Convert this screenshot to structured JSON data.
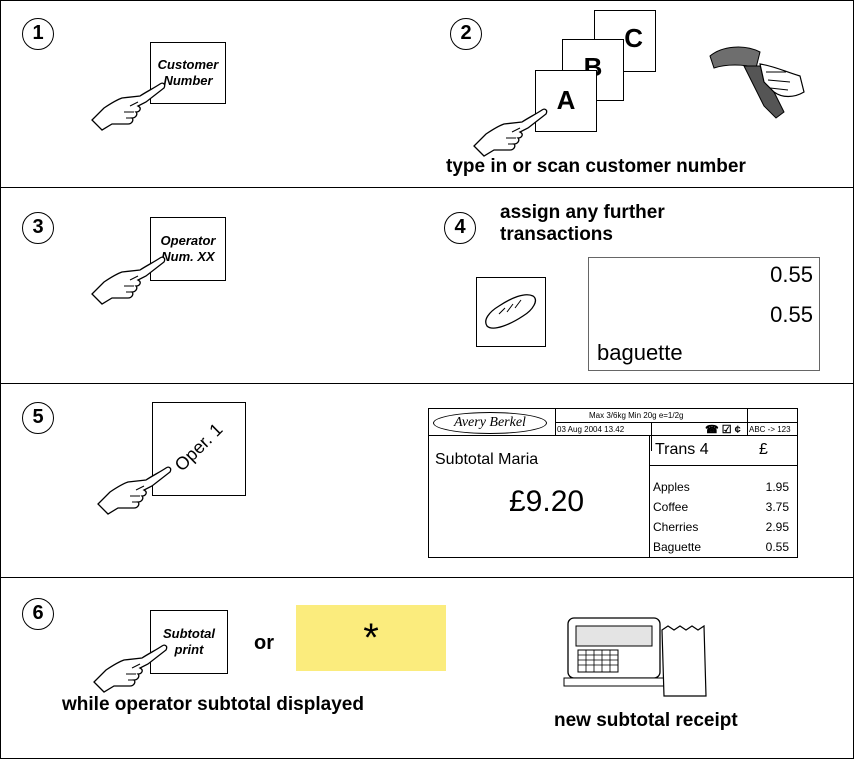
{
  "steps": [
    "1",
    "2",
    "3",
    "4",
    "5",
    "6"
  ],
  "keys": {
    "customer_number": "Customer Number",
    "operator_num": "Operator Num. XX",
    "oper1": "Oper. 1",
    "subtotal_print": "Subtotal print",
    "star": "*"
  },
  "cards": [
    "A",
    "B",
    "C"
  ],
  "captions": {
    "scan": "type in or scan customer number",
    "assign": "assign any further transactions",
    "or": "or",
    "while": "while operator subtotal displayed",
    "receipt": "new subtotal receipt"
  },
  "small_display": {
    "line1": "0.55",
    "line2": "0.55",
    "item": "baguette"
  },
  "scale_display": {
    "brand": "Avery Berkel",
    "spec": "Max 3/6kg Min 20g e=1/2g",
    "date": "03 Aug 2004  13.42",
    "mode": "ABC -> 123",
    "subtotal_label": "Subtotal Maria",
    "amount": "£9.20",
    "trans": "Trans 4",
    "currency": "£",
    "items": [
      {
        "name": "Apples",
        "price": "1.95"
      },
      {
        "name": "Coffee",
        "price": "3.75"
      },
      {
        "name": "Cherries",
        "price": "2.95"
      },
      {
        "name": "Baguette",
        "price": "0.55"
      }
    ]
  },
  "icons": [
    "pointing-hand-icon",
    "barcode-scanner-icon",
    "baguette-icon",
    "scale-printer-icon",
    "receipt-icon"
  ],
  "colors": {
    "star_key": "#fbec7d",
    "display_border": "#666666"
  }
}
